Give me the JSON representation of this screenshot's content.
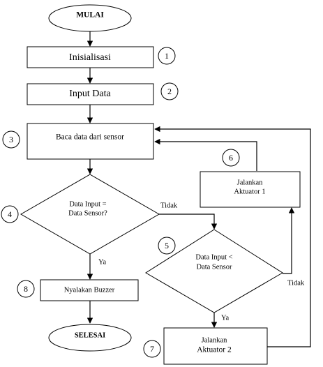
{
  "nodes": {
    "start": "MULAI",
    "init": "Inisialisasi",
    "input": "Input Data",
    "read": "Baca data dari sensor",
    "decision1_line1": "Data Input =",
    "decision1_line2": "Data Sensor?",
    "decision2_line1": "Data Input <",
    "decision2_line2": "Data Sensor",
    "actuator1_line1": "Jalankan",
    "actuator1_line2": "Aktuator 1",
    "actuator2_line1": "Jalankan",
    "actuator2_line2": "Aktuator 2",
    "buzzer": "Nyalakan Buzzer",
    "end": "SELESAI"
  },
  "labels": {
    "no1": "Tidak",
    "yes1": "Ya",
    "no2": "Tidak",
    "yes2": "Ya"
  },
  "steps": [
    "1",
    "2",
    "3",
    "4",
    "5",
    "6",
    "7",
    "8"
  ]
}
